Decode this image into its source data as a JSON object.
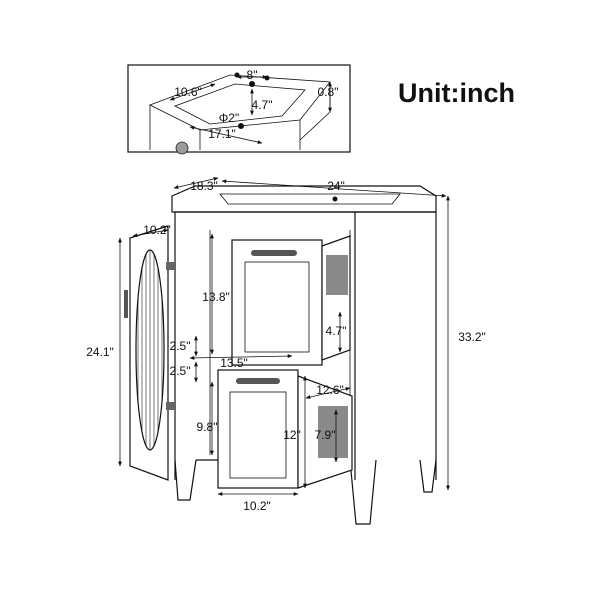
{
  "title": "Unit:inch",
  "inset": {
    "faucet_spacing": "8\"",
    "basin_depth": "10.6\"",
    "faucet_to_drain": "4.7\"",
    "rim_thickness": "0.8\"",
    "drain_diameter": "Φ2\"",
    "basin_width": "17.1\""
  },
  "cabinet": {
    "depth": "18.3\"",
    "width": "24\"",
    "height": "33.2\"",
    "door_width": "10.2\"",
    "door_height": "24.1\"",
    "upper_opening_height": "13.8\"",
    "upper_drawer_height": "4.7\"",
    "shelf_gap_top": "2.5\"",
    "shelf_gap_bottom": "2.5\"",
    "inner_width": "13.5\"",
    "lower_drawer_depth": "12.6\"",
    "lower_opening_height": "9.8\"",
    "lower_drawer_front_height": "12\"",
    "lower_drawer_height": "7.9\"",
    "drawer_width": "10.2\""
  }
}
